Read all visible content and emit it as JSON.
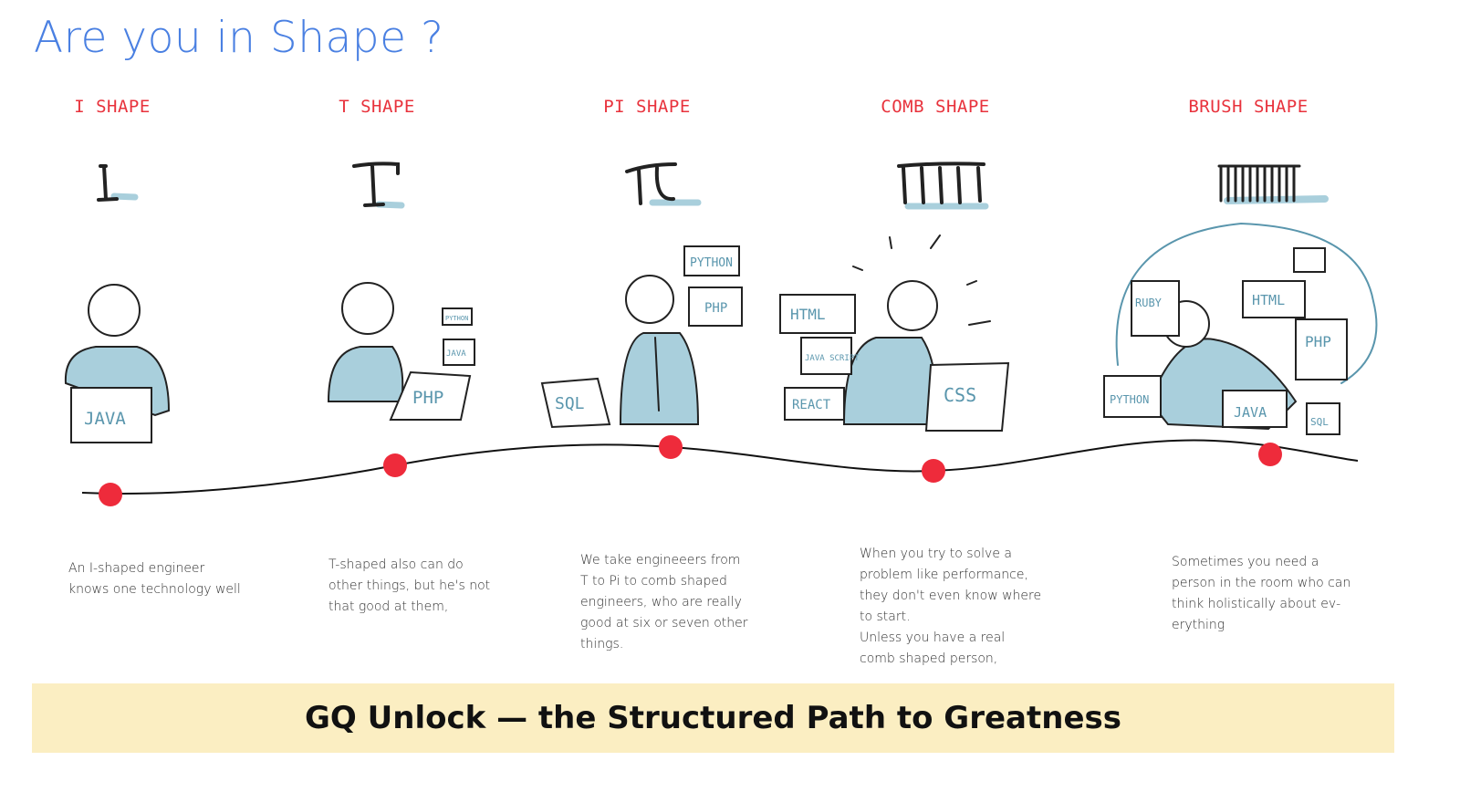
{
  "title": "Are you in Shape ?",
  "shapes": [
    {
      "heading": "I SHAPE",
      "glyph": "I",
      "description": "An I-shaped engineer\nknows  one technology  well",
      "techs": [
        "JAVA"
      ]
    },
    {
      "heading": "T SHAPE",
      "glyph": "T",
      "description": "T-shaped also can do\nother things, but he's not\nthat good at them,",
      "techs": [
        "PHP",
        "PYTHON",
        "JAVA"
      ]
    },
    {
      "heading": "PI SHAPE",
      "glyph": "π",
      "description": "We take engineeers from\nT to Pi to comb shaped\nengineers, who are really\ngood at six or seven other\nthings.",
      "techs": [
        "SQL",
        "PYTHON",
        "PHP"
      ]
    },
    {
      "heading": "COMB SHAPE",
      "glyph": "comb",
      "description": "When you try to solve a\nproblem like performance,\nthey don't even know where\nto start.\nUnless you have a real\ncomb shaped person,",
      "techs": [
        "HTML",
        "JAVA SCRIPT",
        "REACT",
        "CSS"
      ]
    },
    {
      "heading": "BRUSH SHAPE",
      "glyph": "brush",
      "description": "Sometimes you need a\nperson in the room who can\nthink holistically about ev-\nerything",
      "techs": [
        "RUBY",
        "HTML",
        "PHP",
        "PYTHON",
        "JAVA",
        "SQL"
      ]
    }
  ],
  "banner": "GQ Unlock — the Structured Path to Greatness",
  "colors": {
    "title": "#4a80e2",
    "heading": "#e8323c",
    "dot": "#ee2b3b",
    "accent": "#a9cfdc",
    "banner": "#fbeec2"
  }
}
